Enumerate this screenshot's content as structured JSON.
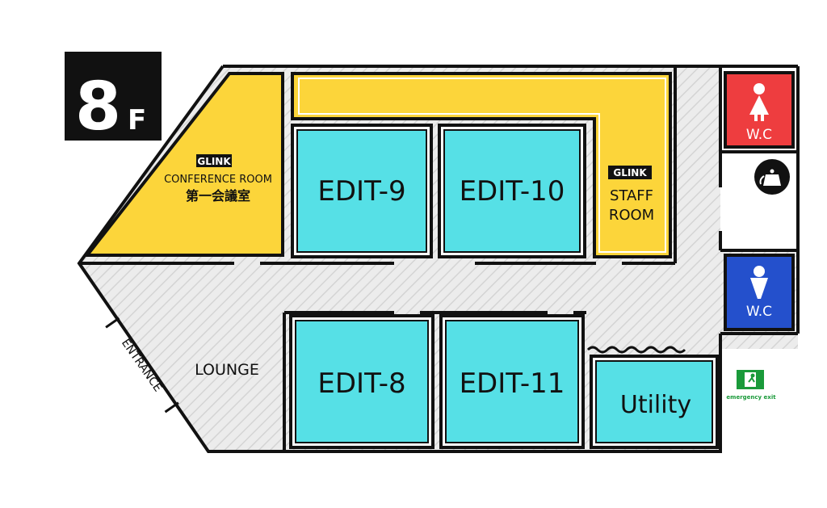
{
  "floor": {
    "number": "8",
    "suffix": "F"
  },
  "rooms": {
    "conference": {
      "brand": "GLINK",
      "name": "CONFERENCE ROOM",
      "name_ja": "第一会議室"
    },
    "staff": {
      "brand": "GLINK",
      "line1": "STAFF",
      "line2": "ROOM"
    },
    "edit9": "EDIT-9",
    "edit10": "EDIT-10",
    "edit8": "EDIT-8",
    "edit11": "EDIT-11",
    "utility": "Utility",
    "lounge": "LOUNGE",
    "entrance": "ENTRANCE",
    "wc_women": "W.C",
    "wc_men": "W.C",
    "exit": "emergency exit"
  },
  "colors": {
    "yellow": "#fcd53a",
    "cyan": "#56e0e6",
    "red": "#ee3d3f",
    "blue": "#2450cc",
    "corridor": "#ececec",
    "black": "#111111",
    "exit_green": "#1a9a3a"
  },
  "icons": [
    "female-icon",
    "male-icon",
    "kettle-icon",
    "emergency-exit-icon"
  ]
}
